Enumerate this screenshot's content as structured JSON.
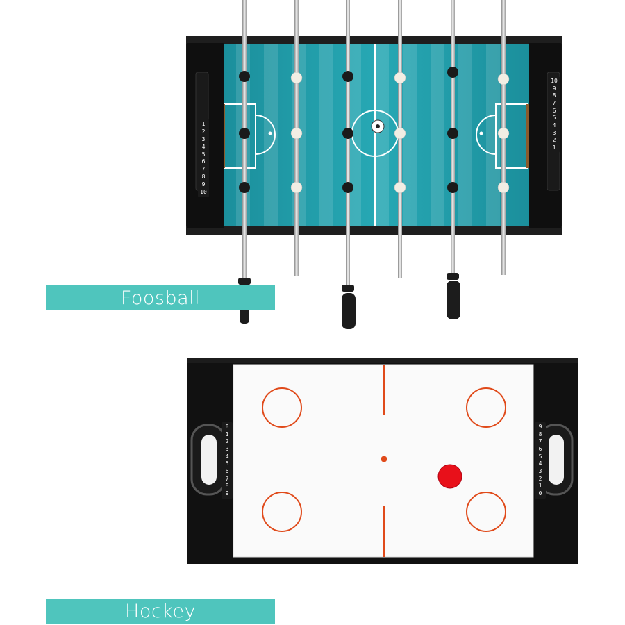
{
  "colors": {
    "banner": "#4fc5bd",
    "foosball_field": "#1f9fac",
    "frame": "#141414",
    "hockey_surface": "#ffffff",
    "hockey_lines": "#e04a1a",
    "puck": "#e8101a"
  },
  "foosball": {
    "label": "Foosball",
    "scoreboard_digits": [
      "1",
      "2",
      "3",
      "4",
      "5",
      "6",
      "7",
      "8",
      "9",
      "10"
    ]
  },
  "hockey": {
    "label": "Hockey",
    "scoreboard_digits": [
      "0",
      "1",
      "2",
      "3",
      "4",
      "5",
      "6",
      "7",
      "8",
      "9"
    ]
  }
}
